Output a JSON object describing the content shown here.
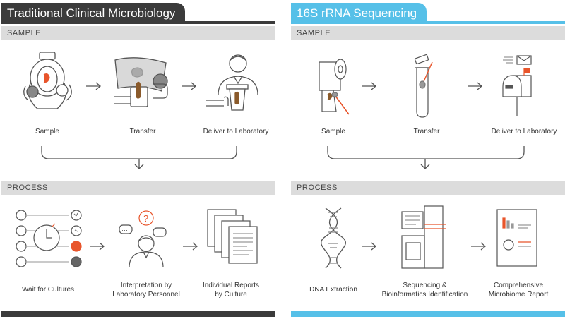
{
  "colors": {
    "dark": "#3b3b3b",
    "blue": "#56c0e8",
    "accent": "#e8552b",
    "line": "#555555",
    "bar": "#dcdcdc"
  },
  "left": {
    "title": "Traditional Clinical Microbiology",
    "sample_header": "SAMPLE",
    "process_header": "PROCESS",
    "sample_steps": [
      {
        "label": "Sample",
        "icon": "toilet-sample-icon"
      },
      {
        "label": "Transfer",
        "icon": "transfer-hands-icon"
      },
      {
        "label": "Deliver to Laboratory",
        "icon": "courier-delivery-icon"
      }
    ],
    "process_steps": [
      {
        "label": "Wait for Cultures",
        "icon": "culture-clock-icon"
      },
      {
        "label_line1": "Interpretation by",
        "label_line2": "Laboratory Personnel",
        "icon": "lab-personnel-icon"
      },
      {
        "label_line1": "Individual Reports",
        "label_line2": "by Culture",
        "icon": "report-stack-icon"
      }
    ]
  },
  "right": {
    "title": "16S rRNA Sequencing",
    "sample_header": "SAMPLE",
    "process_header": "PROCESS",
    "sample_steps": [
      {
        "label": "Sample",
        "icon": "toilet-paper-swab-icon"
      },
      {
        "label": "Transfer",
        "icon": "tube-swab-icon"
      },
      {
        "label": "Deliver to Laboratory",
        "icon": "mailbox-icon"
      }
    ],
    "process_steps": [
      {
        "label": "DNA Extraction",
        "icon": "dna-helix-icon"
      },
      {
        "label_line1": "Sequencing &",
        "label_line2": "Bioinformatics Identification",
        "icon": "sequencer-icon"
      },
      {
        "label_line1": "Comprehensive",
        "label_line2": "Microbiome Report",
        "icon": "microbiome-report-icon"
      }
    ]
  }
}
